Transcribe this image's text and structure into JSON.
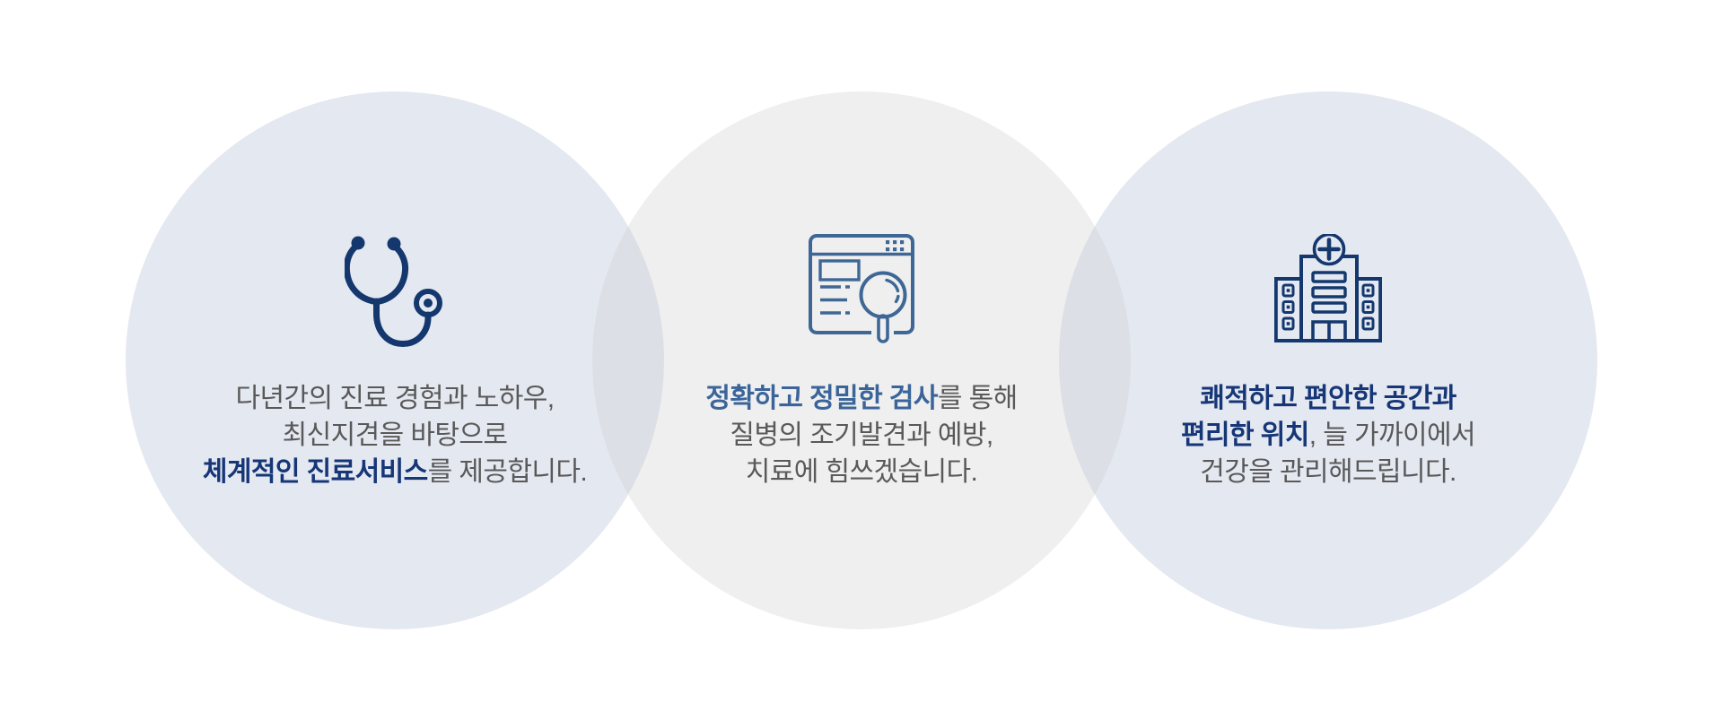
{
  "colors": {
    "page_bg": "#ffffff",
    "circle_blue": "#e4e8f0",
    "circle_gray": "#efefef",
    "circle_overlap": "#dcdfe5",
    "text_regular": "#595959",
    "accent_navy": "#163677",
    "accent_steel": "#3b659a",
    "icon_navy": "#14386e",
    "icon_steel": "#3e6796"
  },
  "features": [
    {
      "id": "medical-experience",
      "icon": "stethoscope-icon",
      "circle_color": "#e4e8f0",
      "accent_color": "#163677",
      "lines": [
        {
          "segments": [
            {
              "text": "다년간의 진료 경험과 노하우,",
              "bold": false
            }
          ]
        },
        {
          "segments": [
            {
              "text": "최신지견을 바탕으로",
              "bold": false
            }
          ]
        },
        {
          "segments": [
            {
              "text": "체계적인 진료서비스",
              "bold": true
            },
            {
              "text": "를 제공합니다.",
              "bold": false
            }
          ]
        }
      ]
    },
    {
      "id": "precise-examination",
      "icon": "browser-search-icon",
      "circle_color": "#efefef",
      "accent_color": "#3b659a",
      "lines": [
        {
          "segments": [
            {
              "text": "정확하고 정밀한 검사",
              "bold": true
            },
            {
              "text": "를 통해",
              "bold": false
            }
          ]
        },
        {
          "segments": [
            {
              "text": "질병의 조기발견과 예방,",
              "bold": false
            }
          ]
        },
        {
          "segments": [
            {
              "text": "치료에 힘쓰겠습니다.",
              "bold": false
            }
          ]
        }
      ]
    },
    {
      "id": "comfortable-space",
      "icon": "hospital-building-icon",
      "circle_color": "#e4e8f0",
      "accent_color": "#163677",
      "lines": [
        {
          "segments": [
            {
              "text": "쾌적하고 편안한 공간과",
              "bold": true
            }
          ]
        },
        {
          "segments": [
            {
              "text": "편리한 위치",
              "bold": true
            },
            {
              "text": ", 늘 가까이에서",
              "bold": false
            }
          ]
        },
        {
          "segments": [
            {
              "text": "건강을 관리해드립니다.",
              "bold": false
            }
          ]
        }
      ]
    }
  ]
}
